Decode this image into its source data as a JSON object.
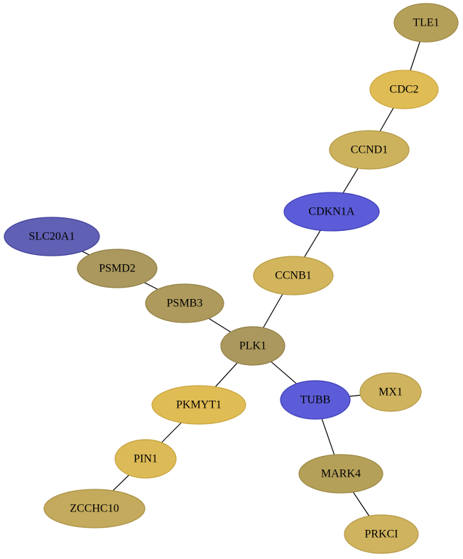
{
  "graph": {
    "nodes": [
      {
        "id": "TLE1",
        "label": "TLE1",
        "fill": "#b5a05a",
        "stroke": "#9a8845"
      },
      {
        "id": "CDC2",
        "label": "CDC2",
        "fill": "#e0bc55",
        "stroke": "#c9a43c"
      },
      {
        "id": "CCND1",
        "label": "CCND1",
        "fill": "#cdb25e",
        "stroke": "#b39845"
      },
      {
        "id": "CDKN1A",
        "label": "CDKN1A",
        "fill": "#5c5cd8",
        "stroke": "#3d3db8"
      },
      {
        "id": "SLC20A1",
        "label": "SLC20A1",
        "fill": "#6060b4",
        "stroke": "#40409a"
      },
      {
        "id": "PSMD2",
        "label": "PSMD2",
        "fill": "#ab985e",
        "stroke": "#8f7e45"
      },
      {
        "id": "CCNB1",
        "label": "CCNB1",
        "fill": "#d2b55d",
        "stroke": "#b89c44"
      },
      {
        "id": "PSMB3",
        "label": "PSMB3",
        "fill": "#ae9a5c",
        "stroke": "#938044"
      },
      {
        "id": "PLK1",
        "label": "PLK1",
        "fill": "#ab985e",
        "stroke": "#8f7e45"
      },
      {
        "id": "TUBB",
        "label": "TUBB",
        "fill": "#5c5cd8",
        "stroke": "#3d3db8"
      },
      {
        "id": "MX1",
        "label": "MX1",
        "fill": "#cfb35e",
        "stroke": "#b59945"
      },
      {
        "id": "PKMYT1",
        "label": "PKMYT1",
        "fill": "#e0bc55",
        "stroke": "#c9a43c"
      },
      {
        "id": "PIN1",
        "label": "PIN1",
        "fill": "#dcba57",
        "stroke": "#c4a23e"
      },
      {
        "id": "MARK4",
        "label": "MARK4",
        "fill": "#b5a05a",
        "stroke": "#9a8845"
      },
      {
        "id": "ZCCHC10",
        "label": "ZCCHC10",
        "fill": "#c3aa5c",
        "stroke": "#a99043"
      },
      {
        "id": "PRKCI",
        "label": "PRKCI",
        "fill": "#cfb35e",
        "stroke": "#b59945"
      }
    ],
    "edges": [
      {
        "source": "TLE1",
        "target": "CDC2"
      },
      {
        "source": "CDC2",
        "target": "CCND1"
      },
      {
        "source": "CCND1",
        "target": "CDKN1A"
      },
      {
        "source": "CDKN1A",
        "target": "CCNB1"
      },
      {
        "source": "CCNB1",
        "target": "PLK1"
      },
      {
        "source": "SLC20A1",
        "target": "PSMD2"
      },
      {
        "source": "PSMD2",
        "target": "PSMB3"
      },
      {
        "source": "PSMB3",
        "target": "PLK1"
      },
      {
        "source": "PLK1",
        "target": "TUBB"
      },
      {
        "source": "PLK1",
        "target": "PKMYT1"
      },
      {
        "source": "TUBB",
        "target": "MX1"
      },
      {
        "source": "TUBB",
        "target": "MARK4"
      },
      {
        "source": "MARK4",
        "target": "PRKCI"
      },
      {
        "source": "PKMYT1",
        "target": "PIN1"
      },
      {
        "source": "PIN1",
        "target": "ZCCHC10"
      }
    ]
  }
}
